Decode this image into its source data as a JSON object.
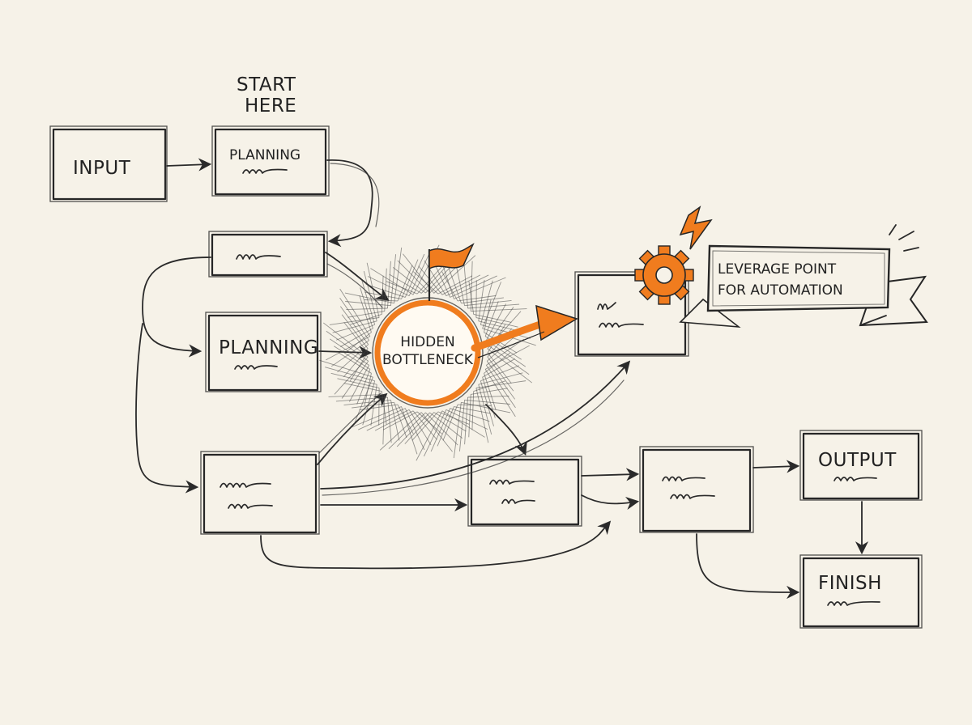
{
  "start_note": {
    "line1": "START",
    "line2": "HERE"
  },
  "nodes": {
    "input": {
      "label": "INPUT"
    },
    "planning_top": {
      "label": "PLANNING"
    },
    "planning_mid": {
      "label": "PLANNING"
    },
    "output": {
      "label": "OUTPUT"
    },
    "finish": {
      "label": "FINISH"
    }
  },
  "bottleneck": {
    "line1": "HIDDEN",
    "line2": "BOTTLENECK"
  },
  "banner": {
    "line1": "LEVERAGE POINT",
    "line2": "FOR AUTOMATION"
  },
  "colors": {
    "accent": "#f07c1e",
    "ink": "#262626",
    "paper": "#f6f2e8"
  },
  "icons": [
    "flag-icon",
    "gear-icon",
    "lightning-icon"
  ]
}
